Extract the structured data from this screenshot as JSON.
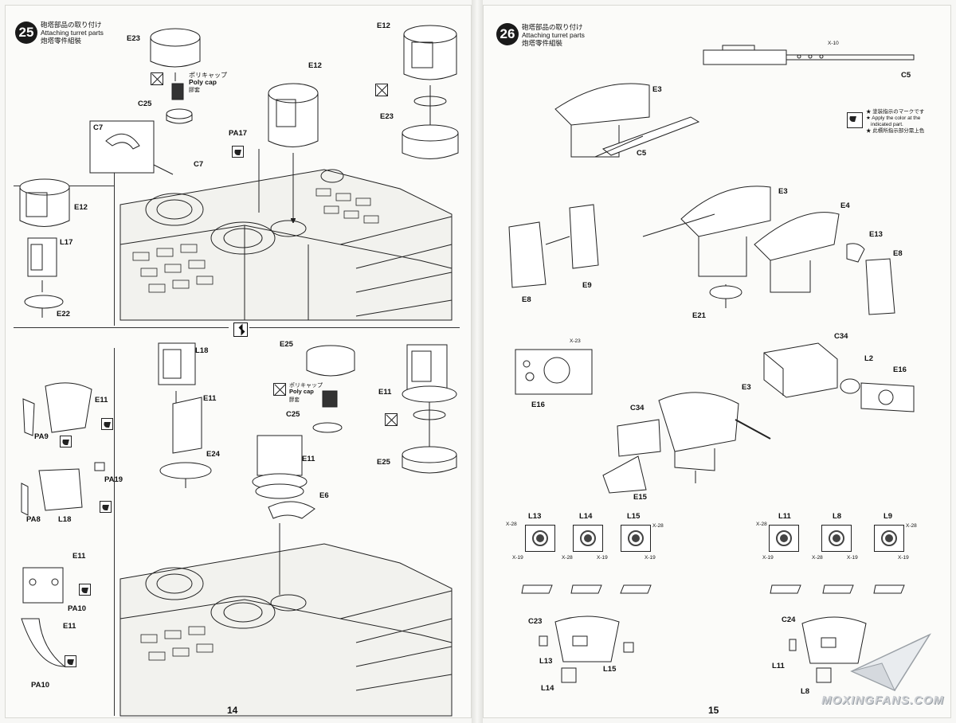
{
  "left_page": {
    "page_number": "14",
    "step": {
      "number": "25",
      "title_jp": "砲塔部品の取り付け",
      "title_en": "Attaching turret parts",
      "title_cn": "炮塔零件組裝"
    },
    "poly_cap_note": {
      "jp": "ポリキャップ",
      "en": "Poly cap",
      "cn": "膠套"
    },
    "labels": {
      "e23_a": "E23",
      "e12_a": "E12",
      "e12_b": "E12",
      "e23_b": "E23",
      "e12_c": "E12",
      "c25_a": "C25",
      "c7_a": "C7",
      "c7_b": "C7",
      "pa17": "PA17",
      "l17": "L17",
      "e22": "E22",
      "l18_a": "L18",
      "e11_a": "E11",
      "e24": "E24",
      "e25_a": "E25",
      "c25_b": "C25",
      "e11_b": "E11",
      "e25_b": "E25",
      "e11_c": "E11",
      "e6": "E6",
      "e11_d": "E11",
      "pa9": "PA9",
      "pa19": "PA19",
      "pa8": "PA8",
      "l18_b": "L18",
      "e11_e": "E11",
      "pa10_a": "PA10",
      "e11_f": "E11",
      "pa10_b": "PA10"
    }
  },
  "right_page": {
    "page_number": "15",
    "step": {
      "number": "26",
      "title_jp": "砲塔部品の取り付け",
      "title_en": "Attaching turret parts",
      "title_cn": "炮塔零件組裝"
    },
    "paint_legend": [
      "★ 塗装指示のマークです",
      "★ Apply the color at the",
      "indicated part.",
      "★ 此標所指示部分需上色"
    ],
    "labels": {
      "x10": "X-10",
      "c5_a": "C5",
      "e3_a": "E3",
      "c5_b": "C5",
      "e3_b": "E3",
      "e4": "E4",
      "e13": "E13",
      "e8_a": "E8",
      "e8_b": "E8",
      "e9": "E9",
      "e21": "E21",
      "x23": "X-23",
      "e16_a": "E16",
      "c34_a": "C34",
      "l2": "L2",
      "e16_b": "E16",
      "e3_c": "E3",
      "c34_b": "C34",
      "e15": "E15",
      "c23": "C23",
      "l13_b": "L13",
      "l15_b": "L15",
      "l14_b": "L14",
      "c24": "C24",
      "l11_b": "L11",
      "l8_b": "L8"
    },
    "lenses": [
      {
        "name": "L13",
        "a": "X-28",
        "b": "X-19"
      },
      {
        "name": "L14",
        "a": "X-28",
        "b": "X-19"
      },
      {
        "name": "L15",
        "a": "X-28",
        "b": "X-19"
      },
      {
        "name": "L11",
        "a": "X-28",
        "b": "X-19"
      },
      {
        "name": "L8",
        "a": "X-28",
        "b": "X-19"
      },
      {
        "name": "L9",
        "a": "X-28",
        "b": "X-19"
      }
    ]
  },
  "watermark": "MOXINGFANS.COM"
}
